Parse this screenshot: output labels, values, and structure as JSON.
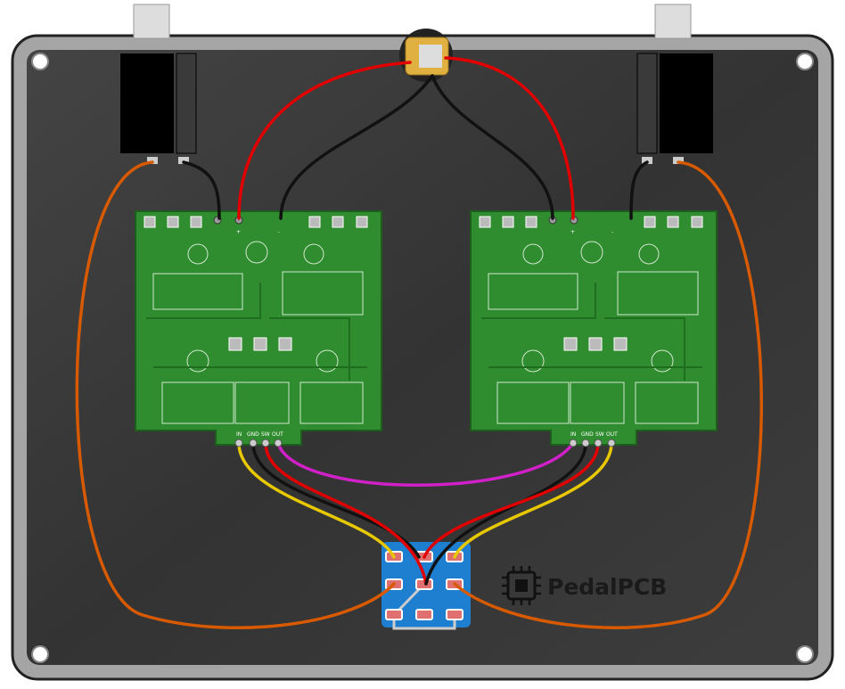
{
  "brand": {
    "name": "PedalPCB"
  },
  "pcb_left": {
    "power_labels": {
      "plus": "+",
      "minus": "-"
    },
    "pads": [
      "IN",
      "GND",
      "SW",
      "OUT"
    ]
  },
  "pcb_right": {
    "power_labels": {
      "plus": "+",
      "minus": "-"
    },
    "pads": [
      "IN",
      "GND",
      "SW",
      "OUT"
    ]
  },
  "colors": {
    "enclosure": "#3a3a3a",
    "frame": "#a8a8a8",
    "pcb": "#2e8b2e",
    "footswitch": "#1e7fd0",
    "wire_power": "#e00000",
    "wire_ground": "#111111",
    "wire_in": "#e8c800",
    "wire_out": "#d020c8",
    "wire_jack": "#e06000"
  }
}
